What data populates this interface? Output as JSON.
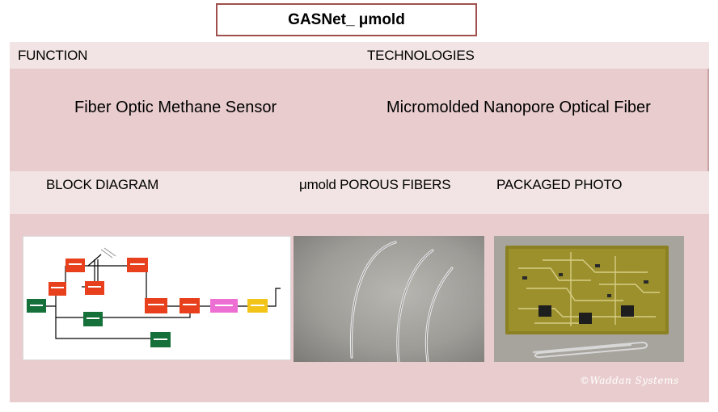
{
  "title": "GASNet_ μmold",
  "headers_row1": {
    "function": "FUNCTION",
    "technologies": "TECHNOLOGIES"
  },
  "row1": {
    "function_value": "Fiber Optic Methane Sensor",
    "technologies_value": "Micromolded Nanopore Optical Fiber"
  },
  "headers_row2": {
    "block_diagram": "BLOCK DIAGRAM",
    "porous_fibers": "μmold POROUS FIBERS",
    "packaged_photo": "PACKAGED PHOTO"
  },
  "images": {
    "block_diagram": "block-diagram-image",
    "porous_fibers": "porous-fibers-photo",
    "packaged_photo": "packaged-pcb-photo"
  },
  "watermark": "©Waddan Systems",
  "colors": {
    "title_border": "#a0504c",
    "band_light": "#f2e4e4",
    "band_dark": "#e9cdce",
    "diagram_red": "#e8401c",
    "diagram_green": "#16703a",
    "diagram_pink": "#ee6fd4",
    "diagram_yellow": "#f2c417"
  }
}
